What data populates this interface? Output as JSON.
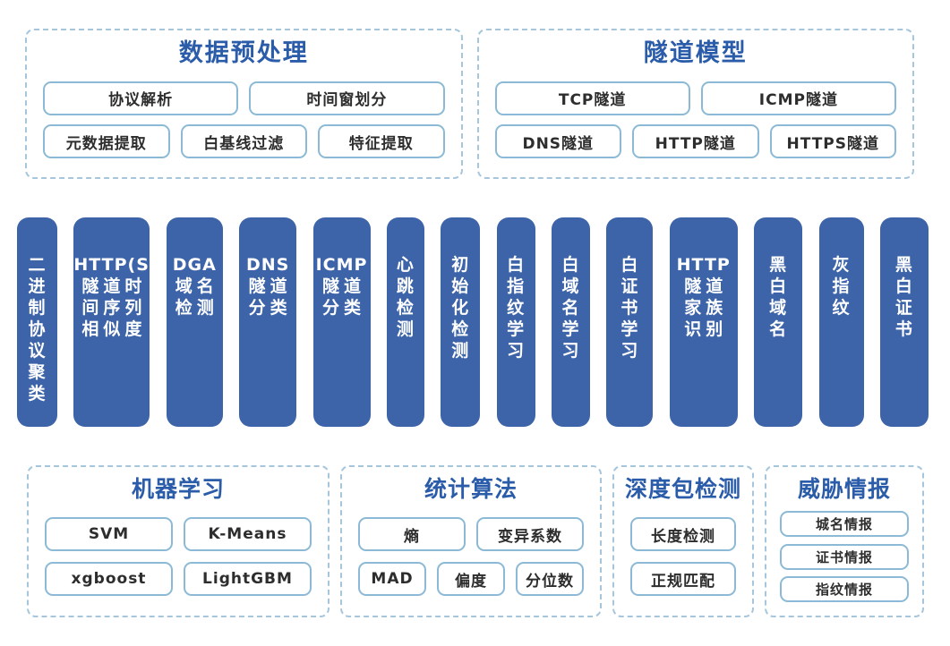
{
  "colors": {
    "pillar_fill": "#3d64a8",
    "title_blue": "#2b5ca9",
    "box_dashed_border": "#a5c6dc",
    "chip_border": "#8cbad6",
    "chip_text": "#2d2d2d",
    "background": "#ffffff"
  },
  "top_sections": [
    {
      "name": "data-preprocessing",
      "title": "数据预处理",
      "rows": [
        [
          "协议解析",
          "时间窗划分"
        ],
        [
          "元数据提取",
          "白基线过滤",
          "特征提取"
        ]
      ]
    },
    {
      "name": "tunnel-model",
      "title": "隧道模型",
      "rows": [
        [
          "TCP隧道",
          "ICMP隧道"
        ],
        [
          "DNS隧道",
          "HTTP隧道",
          "HTTPS隧道"
        ]
      ]
    }
  ],
  "pillars": [
    {
      "name": "binary-protocol-clustering",
      "label": "二进制协议聚类",
      "lines": [
        "二",
        "进",
        "制",
        "协",
        "议",
        "聚",
        "类"
      ]
    },
    {
      "name": "https-tunnel-time-series-similarity",
      "label": "HTTP(S)隧道时间序列相似度",
      "lines": [
        "HTTP(S)",
        "隧道时",
        "间序列",
        "相似度"
      ]
    },
    {
      "name": "dga-domain-detection",
      "label": "DGA域名检测",
      "lines": [
        "DGA",
        "域名",
        "检测"
      ]
    },
    {
      "name": "dns-tunnel-classification",
      "label": "DNS隧道分类",
      "lines": [
        "DNS",
        "隧道",
        "分类"
      ]
    },
    {
      "name": "icmp-tunnel-classification",
      "label": "ICMP隧道分类",
      "lines": [
        "ICMP",
        "隧道",
        "分类"
      ]
    },
    {
      "name": "heartbeat-detection",
      "label": "心跳检测",
      "lines": [
        "心",
        "跳",
        "检",
        "测"
      ]
    },
    {
      "name": "initialization-detection",
      "label": "初始化检测",
      "lines": [
        "初",
        "始",
        "化",
        "检",
        "测"
      ]
    },
    {
      "name": "white-fingerprint-learning",
      "label": "白指纹学习",
      "lines": [
        "白",
        "指",
        "纹",
        "学",
        "习"
      ]
    },
    {
      "name": "white-domain-learning",
      "label": "白域名学习",
      "lines": [
        "白",
        "域",
        "名",
        "学",
        "习"
      ]
    },
    {
      "name": "white-certificate-learning",
      "label": "白证书学习",
      "lines": [
        "白",
        "证",
        "书",
        "学",
        "习"
      ]
    },
    {
      "name": "http-tunnel-family-identification",
      "label": "HTTP隧道家族识别",
      "lines": [
        "HTTP",
        "隧道",
        "家族",
        "识别"
      ]
    },
    {
      "name": "black-white-domain",
      "label": "黑白域名",
      "lines": [
        "黑",
        "白",
        "域",
        "名"
      ]
    },
    {
      "name": "gray-fingerprint",
      "label": "灰指纹",
      "lines": [
        "灰",
        "指",
        "纹"
      ]
    },
    {
      "name": "black-white-certificate",
      "label": "黑白证书",
      "lines": [
        "黑",
        "白",
        "证",
        "书"
      ]
    }
  ],
  "bottom_sections": [
    {
      "name": "machine-learning",
      "title": "机器学习",
      "rows": [
        [
          "SVM",
          "K-Means"
        ],
        [
          "xgboost",
          "LightGBM"
        ]
      ]
    },
    {
      "name": "statistical-algorithms",
      "title": "统计算法",
      "rows": [
        [
          "熵",
          "变异系数"
        ],
        [
          "MAD",
          "偏度",
          "分位数"
        ]
      ]
    },
    {
      "name": "deep-packet-inspection",
      "title": "深度包检测",
      "rows": [
        [
          "长度检测"
        ],
        [
          "正规匹配"
        ]
      ]
    },
    {
      "name": "threat-intelligence",
      "title": "威胁情报",
      "rows": [
        [
          "城名情报"
        ],
        [
          "证书情报"
        ],
        [
          "指纹情报"
        ]
      ]
    }
  ]
}
